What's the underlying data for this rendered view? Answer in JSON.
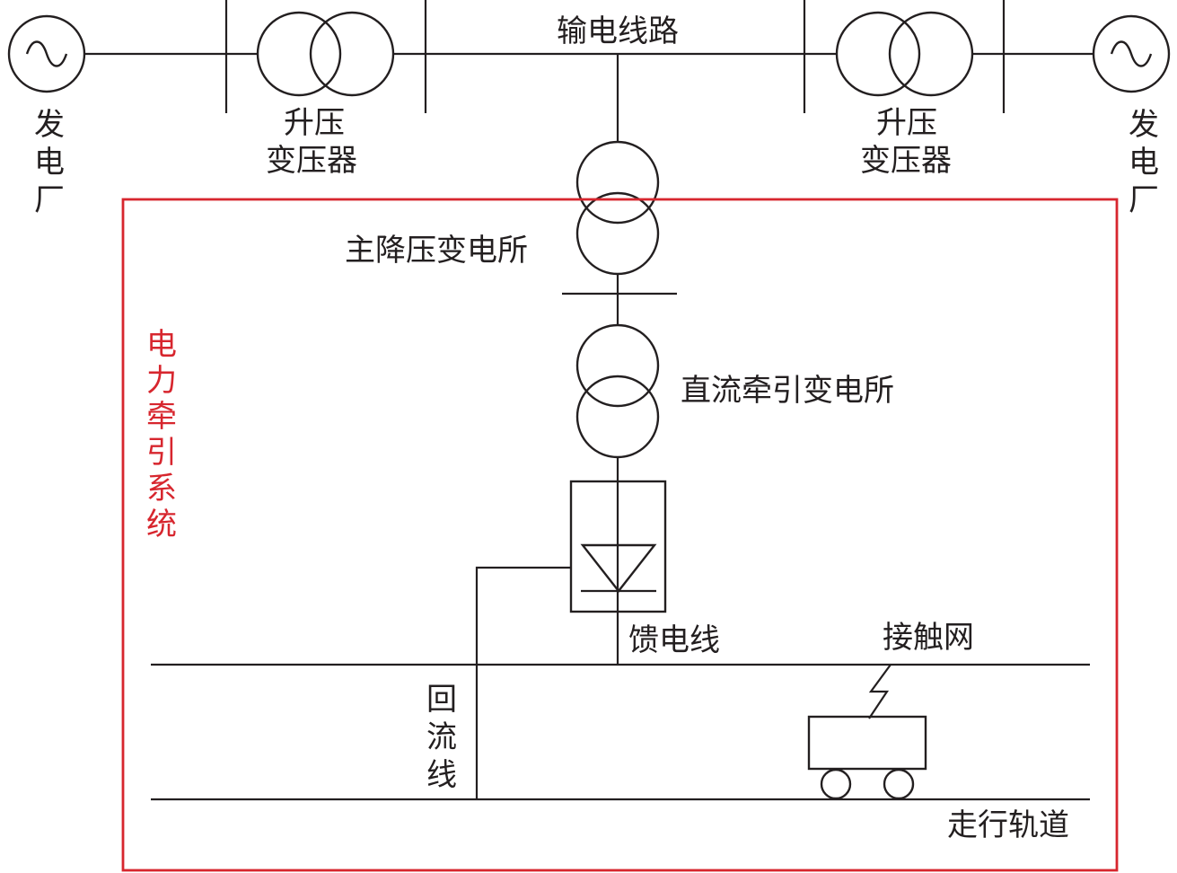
{
  "labels": {
    "transmission_line": "输电线路",
    "generator_left": "发电厂",
    "generator_right": "发电厂",
    "step_up_left_1": "升压",
    "step_up_left_2": "变压器",
    "step_up_right_1": "升压",
    "step_up_right_2": "变压器",
    "main_substation": "主降压变电所",
    "dc_substation": "直流牵引变电所",
    "traction_system": "电力牵引系统",
    "feeder": "馈电线",
    "catenary": "接触网",
    "return_line": "回流线",
    "running_rail": "走行轨道"
  },
  "colors": {
    "line": "#231f20",
    "highlight": "#d7262e"
  }
}
